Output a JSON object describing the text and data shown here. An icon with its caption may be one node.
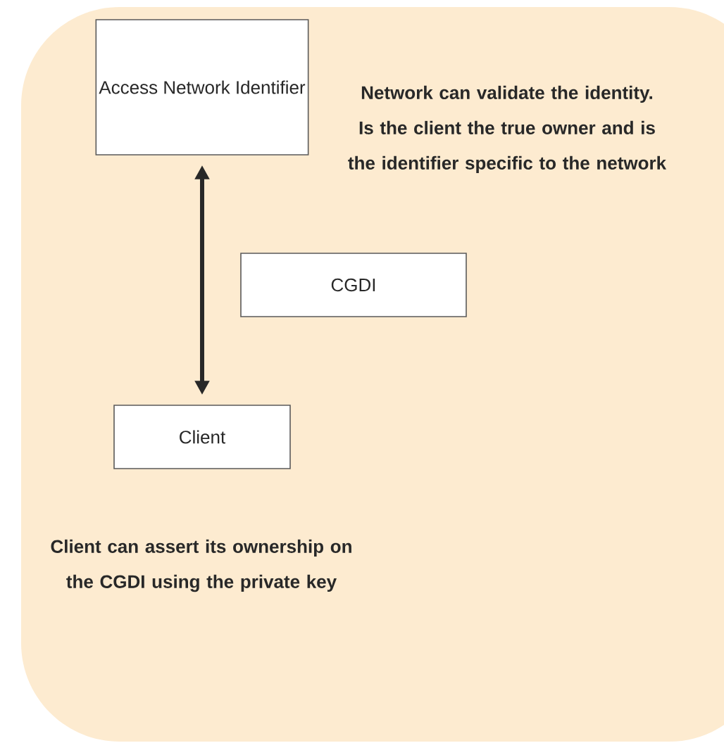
{
  "diagram": {
    "nodes": [
      {
        "text": [
          "Access Network Identifier"
        ]
      },
      {
        "text": [
          "CGDI"
        ]
      },
      {
        "text": [
          "Client"
        ]
      }
    ],
    "edges": [
      {
        "from": 0,
        "to": 2,
        "arrow": "both"
      }
    ],
    "labels": [
      "Network can validate the identity. Is the client the true owner and is the identifier specific to the network",
      "Client can assert its ownership on the CGDI using the private key"
    ]
  }
}
